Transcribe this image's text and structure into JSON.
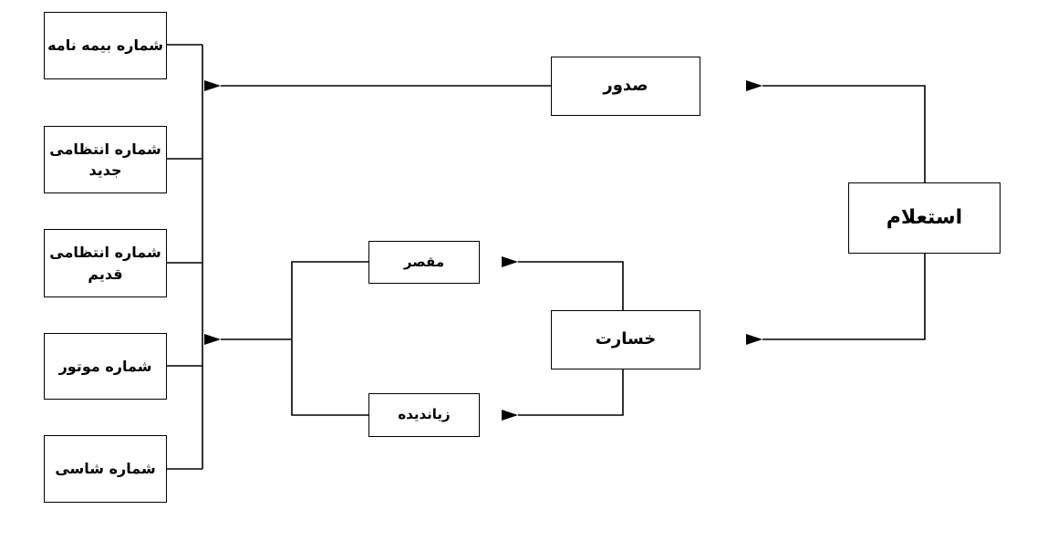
{
  "diagram": {
    "root": {
      "label": "استعلام"
    },
    "issuance": {
      "label": "صدور"
    },
    "damage": {
      "label": "خسارت"
    },
    "culprit": {
      "label": "مقصر"
    },
    "victim": {
      "label": "زیاندیده"
    },
    "fields": [
      {
        "label": "شماره بیمه نامه"
      },
      {
        "label": "شماره انتظامی\nجدید"
      },
      {
        "label": "شماره انتظامی\nقدیم"
      },
      {
        "label": "شماره موتور"
      },
      {
        "label": "شماره شاسی"
      }
    ]
  }
}
